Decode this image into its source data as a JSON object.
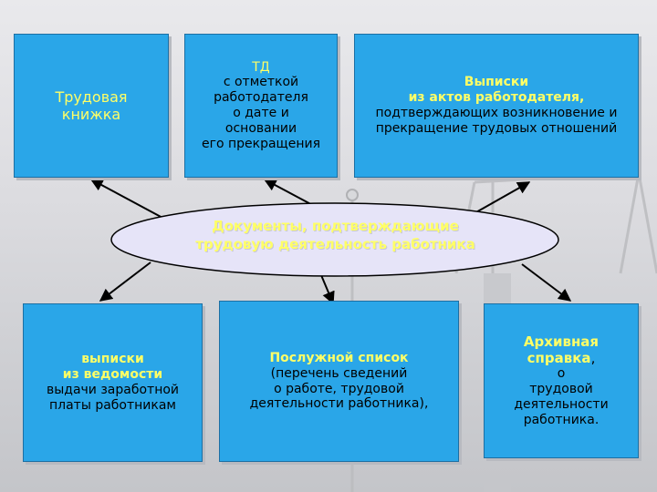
{
  "center": {
    "lines": [
      "Документы, подтверждающие",
      "трудовую деятельность работника"
    ]
  },
  "boxes": {
    "labor_book": {
      "lines": [
        "Трудовая",
        "книжка"
      ]
    },
    "employment_contract": {
      "lines": [
        "ТД",
        "с отметкой",
        "работодателя",
        "о дате и",
        "основании",
        "его прекращения"
      ]
    },
    "employer_acts": {
      "title_lines": [
        "Выписки",
        "из актов работодателя,"
      ],
      "body_lines": [
        "подтверждающих возникновение и",
        "прекращение трудовых отношений"
      ]
    },
    "payroll": {
      "title_lines": [
        "выписки",
        "из ведомости"
      ],
      "body_lines": [
        "выдачи заработной",
        "платы работникам"
      ]
    },
    "service_record": {
      "title_lines": [
        "Послужной список"
      ],
      "body_lines": [
        "(перечень сведений",
        "о работе, трудовой",
        "деятельности работника),"
      ]
    },
    "archive": {
      "title": "Архивная",
      "title2": "справка",
      "title2_suffix": ",",
      "body_lines": [
        "о",
        "трудовой",
        "деятельности",
        "работника."
      ]
    }
  },
  "colors": {
    "box_fill": "#2aa6e8",
    "ellipse_fill": "#e6e4f8",
    "highlight_text": "#ffff66"
  }
}
